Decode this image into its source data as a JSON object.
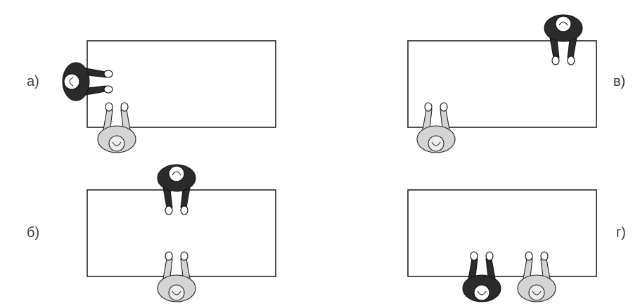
{
  "figure": {
    "panels": [
      {
        "id": "a",
        "label": "а)",
        "arrangement": "corner"
      },
      {
        "id": "b",
        "label": "б)",
        "arrangement": "opposite-sides"
      },
      {
        "id": "v",
        "label": "в)",
        "arrangement": "diagonal-corners"
      },
      {
        "id": "g",
        "label": "г)",
        "arrangement": "side-by-side"
      }
    ]
  },
  "colors": {
    "person_dark": "#2b2b2b",
    "person_light": "#d4d4d4",
    "table_outline": "#222222"
  },
  "icons": {
    "dark_person": "person-top-view-dark-icon",
    "light_person": "person-top-view-light-icon"
  }
}
